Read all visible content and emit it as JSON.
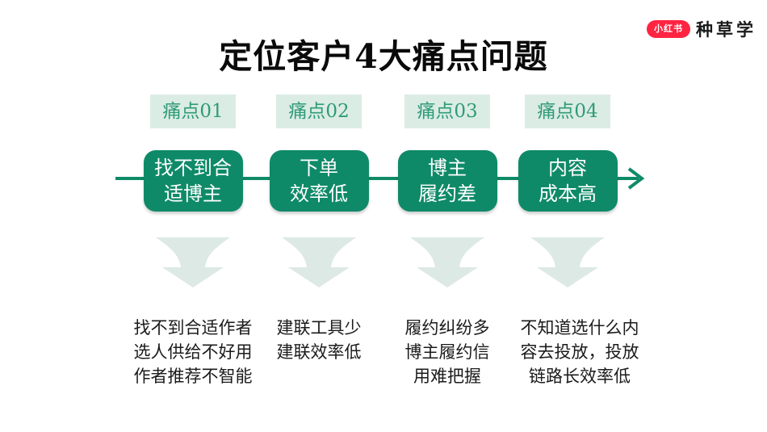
{
  "slide": {
    "background": "#ffffff",
    "title": "定位客户4大痛点问题",
    "logo": {
      "badge": "小红书",
      "name": "种草学"
    },
    "colors": {
      "brand_red": "#ff2442",
      "primary_green": "#0f8a68",
      "label_text_green": "#2f9b78",
      "mint_badge_bg": "#dbece5",
      "arrow_mint": "#dde9e4",
      "text_dark": "#1b1b1b"
    },
    "icons": {
      "flow_arrow": "→",
      "impact_arrow": "▼"
    },
    "pain_points": [
      {
        "label": "痛点01",
        "box": [
          "找不到合",
          "适博主"
        ],
        "desc": [
          "找不到合适作者",
          "选人供给不好用",
          "作者推荐不智能"
        ]
      },
      {
        "label": "痛点02",
        "box": [
          "下单",
          "效率低"
        ],
        "desc": [
          "建联工具少",
          "建联效率低"
        ]
      },
      {
        "label": "痛点03",
        "box": [
          "博主",
          "履约差"
        ],
        "desc": [
          "履约纠纷多",
          "博主履约信",
          "用难把握"
        ]
      },
      {
        "label": "痛点04",
        "box": [
          "内容",
          "成本高"
        ],
        "desc": [
          "不知道选什么内",
          "容去投放，投放",
          "链路长效率低"
        ]
      }
    ]
  }
}
